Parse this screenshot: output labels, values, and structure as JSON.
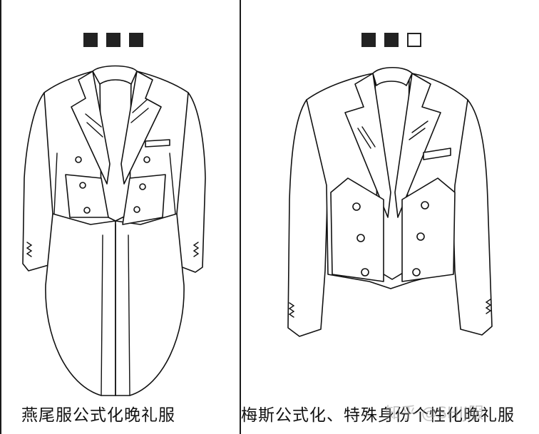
{
  "panels": [
    {
      "caption": "燕尾服公式化晚礼服",
      "rating": {
        "filled": 3,
        "total": 3
      }
    },
    {
      "caption": "梅斯公式化、特殊身份个性化晚礼服",
      "rating": {
        "filled": 2,
        "total": 3
      }
    }
  ],
  "watermark": "知乎 @SHIJ服"
}
